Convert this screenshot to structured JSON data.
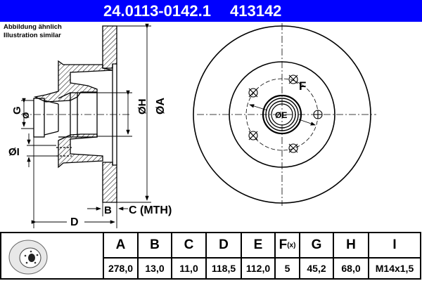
{
  "header": {
    "part_number": "24.0113-0142.1",
    "article_number": "413142",
    "background_color": "#0000ff",
    "text_color": "#ffffff"
  },
  "note": {
    "line1": "Abbildung ähnlich",
    "line2": "Illustration similar"
  },
  "drawing": {
    "side_view_labels": {
      "G": "G",
      "G_dia": "Ø",
      "I": "ØI",
      "H": "ØH",
      "A": "ØA",
      "B": "B",
      "C": "C (MTH)",
      "D": "D"
    },
    "front_view_labels": {
      "E": "ØE",
      "F": "F"
    },
    "bolt_holes": 5
  },
  "table": {
    "columns": [
      {
        "key": "A",
        "header": "A",
        "value": "278,0"
      },
      {
        "key": "B",
        "header": "B",
        "value": "13,0"
      },
      {
        "key": "C",
        "header": "C",
        "value": "11,0"
      },
      {
        "key": "D",
        "header": "D",
        "value": "118,5"
      },
      {
        "key": "E",
        "header": "E",
        "value": "112,0"
      },
      {
        "key": "F",
        "header": "F",
        "header_sup": "(x)",
        "value": "5"
      },
      {
        "key": "G",
        "header": "G",
        "value": "45,2"
      },
      {
        "key": "H",
        "header": "H",
        "value": "68,0"
      },
      {
        "key": "I",
        "header": "I",
        "value": "M14x1,5"
      }
    ]
  }
}
